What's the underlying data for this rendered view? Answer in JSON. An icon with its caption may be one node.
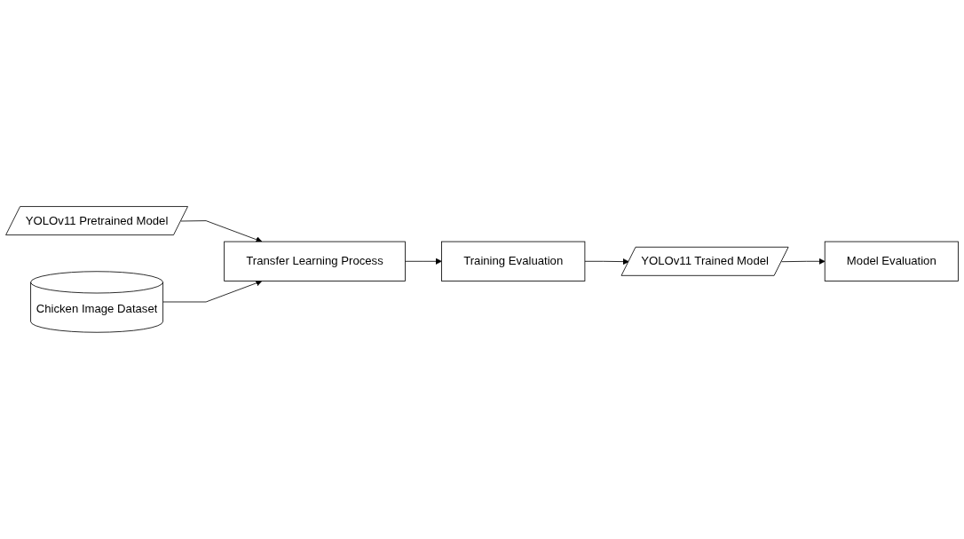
{
  "diagram": {
    "nodes": [
      {
        "text": [
          "YOLOv11 Pretrained Model"
        ]
      },
      {
        "text": [
          "Chicken Image Dataset"
        ]
      },
      {
        "text": [
          "Transfer Learning Process"
        ]
      },
      {
        "text": [
          "Training Evaluation"
        ]
      },
      {
        "text": [
          "YOLOv11 Trained Model"
        ]
      },
      {
        "text": [
          "Model Evaluation"
        ]
      }
    ],
    "edges": [
      {
        "from": 0,
        "to": 2,
        "arrow": "to"
      },
      {
        "from": 1,
        "to": 2,
        "arrow": "to"
      },
      {
        "from": 2,
        "to": 3,
        "arrow": "to"
      },
      {
        "from": 3,
        "to": 4,
        "arrow": "to"
      },
      {
        "from": 4,
        "to": 5,
        "arrow": "to"
      }
    ]
  }
}
